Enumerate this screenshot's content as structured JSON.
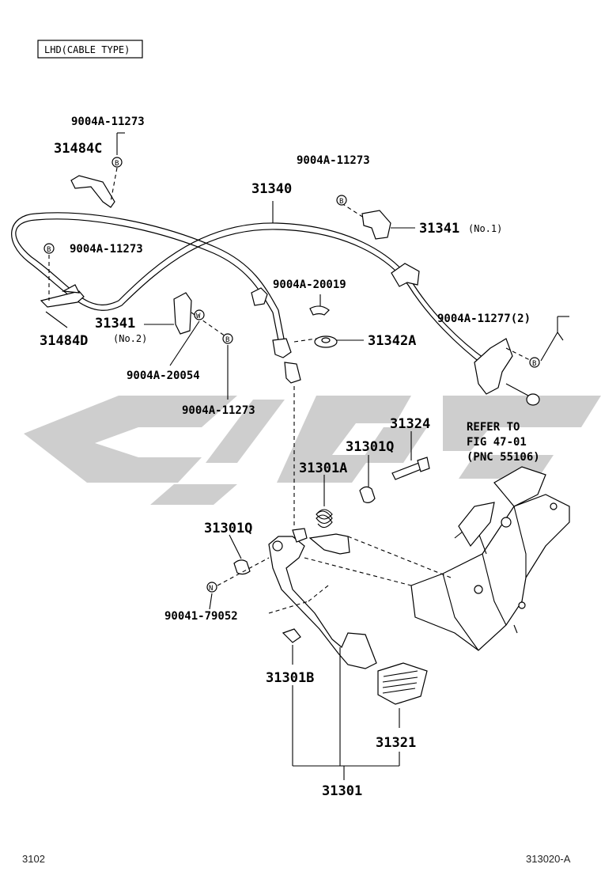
{
  "header_box": "LHD(CABLE TYPE)",
  "labels": {
    "l_9004a_11273_a": "9004A-11273",
    "l_31484c": "31484C",
    "l_9004a_11273_b": "9004A-11273",
    "l_31340": "31340",
    "l_31341_no1": "31341",
    "l_no1": "(No.1)",
    "l_9004a_11273_c": "9004A-11273",
    "l_9004a_20019": "9004A-20019",
    "l_31341_no2": "31341",
    "l_no2": "(No.2)",
    "l_31484d": "31484D",
    "l_31342a": "31342A",
    "l_9004a_11277": "9004A-11277(2)",
    "l_9004a_20054": "9004A-20054",
    "l_9004a_11273_d": "9004A-11273",
    "l_31324": "31324",
    "l_31301q_a": "31301Q",
    "l_31301a": "31301A",
    "l_31301q_b": "31301Q",
    "l_90041_79052": "90041-79052",
    "l_31301b": "31301B",
    "l_31321": "31321",
    "l_31301": "31301"
  },
  "refer_note": {
    "line1": "REFER TO",
    "line2": "FIG 47-01",
    "line3": "(PNC 55106)"
  },
  "markers": {
    "b": "B",
    "w": "W",
    "n": "N"
  },
  "footer": {
    "left": "3102",
    "right": "313020-A"
  },
  "watermark_color": "#c9c9c9"
}
